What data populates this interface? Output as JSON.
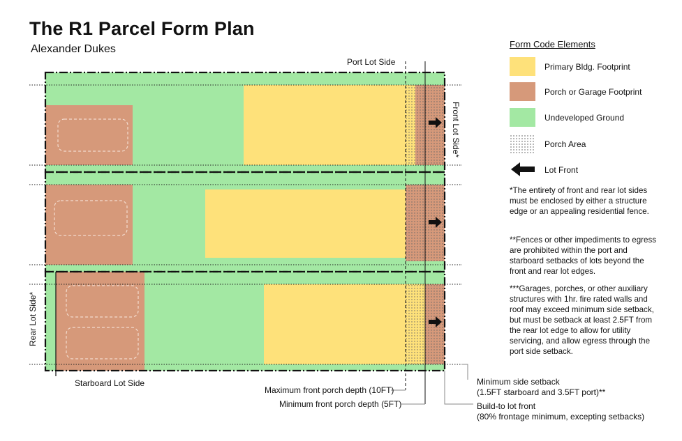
{
  "header": {
    "title": "The R1 Parcel Form Plan",
    "author": "Alexander Dukes"
  },
  "sides": {
    "port": "Port Lot Side",
    "front": "Front Lot Side*",
    "rear": "Rear Lot Side*",
    "starboard": "Starboard Lot Side"
  },
  "callouts": {
    "max_porch": "Maximum front porch depth (10FT)",
    "min_porch": "Minimum front porch depth (5FT)",
    "min_setback_1": "Minimum side setback",
    "min_setback_2": "(1.5FT starboard and 3.5FT port)**",
    "build_to_1": "Build-to lot front",
    "build_to_2": "(80% frontage minimum, excepting setbacks)"
  },
  "legend": {
    "title": "Form Code Elements",
    "items": [
      {
        "label": "Primary Bldg. Footprint",
        "color": "#fee17a"
      },
      {
        "label": "Porch or Garage Footprint",
        "color": "#d6997a"
      },
      {
        "label": "Undeveloped Ground",
        "color": "#a3e8a3"
      },
      {
        "label": "Porch Area",
        "pattern": "dots"
      },
      {
        "label": "Lot Front",
        "icon": "arrow-left-icon"
      }
    ]
  },
  "notes": [
    "*The entirety of front and rear lot sides must be enclosed by either a structure edge or an appealing residential fence.",
    "**Fences or other impediments to egress are prohibited within the port and starboard setbacks of lots beyond the front and rear lot edges.",
    "***Garages, porches, or other auxiliary structures with 1hr. fire rated walls and roof may exceed minimum side setback, but must be setback at least 2.5FT from the rear lot edge to allow for utility servicing, and allow egress through the port side setback."
  ],
  "colors": {
    "building": "#fee17a",
    "porch_garage": "#d6997a",
    "ground": "#a3e8a3",
    "line": "#111111"
  }
}
